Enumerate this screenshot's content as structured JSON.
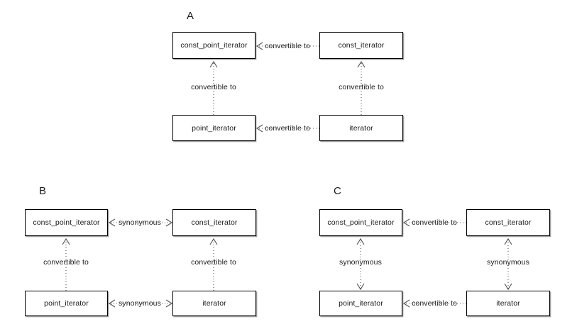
{
  "figure": {
    "background": "#ffffff",
    "box_border_color": "#000000",
    "box_shadow_color": "#9a9a9a",
    "edge_color": "#555555",
    "text_color": "#1a1a1a"
  },
  "labels": {
    "relation_convertible": "convertible to",
    "relation_synonymous": "synonymous"
  },
  "panels": [
    {
      "id": "A",
      "letter": "A",
      "nodes": {
        "top_left": "const_point_iterator",
        "top_right": "const_iterator",
        "bottom_left": "point_iterator",
        "bottom_right": "iterator"
      },
      "edges": [
        {
          "from": "top_right",
          "to": "top_left",
          "label": "convertible to",
          "direction": "left",
          "orientation": "horizontal"
        },
        {
          "from": "bottom_right",
          "to": "bottom_left",
          "label": "convertible to",
          "direction": "left",
          "orientation": "horizontal"
        },
        {
          "from": "bottom_left",
          "to": "top_left",
          "label": "convertible to",
          "direction": "up",
          "orientation": "vertical"
        },
        {
          "from": "bottom_right",
          "to": "top_right",
          "label": "convertible to",
          "direction": "up",
          "orientation": "vertical"
        }
      ]
    },
    {
      "id": "B",
      "letter": "B",
      "nodes": {
        "top_left": "const_point_iterator",
        "top_right": "const_iterator",
        "bottom_left": "point_iterator",
        "bottom_right": "iterator"
      },
      "edges": [
        {
          "from": "top_left",
          "to": "top_right",
          "label": "synonymous",
          "direction": "both",
          "orientation": "horizontal"
        },
        {
          "from": "bottom_left",
          "to": "bottom_right",
          "label": "synonymous",
          "direction": "both",
          "orientation": "horizontal"
        },
        {
          "from": "bottom_left",
          "to": "top_left",
          "label": "convertible to",
          "direction": "up",
          "orientation": "vertical"
        },
        {
          "from": "bottom_right",
          "to": "top_right",
          "label": "convertible to",
          "direction": "up",
          "orientation": "vertical"
        }
      ]
    },
    {
      "id": "C",
      "letter": "C",
      "nodes": {
        "top_left": "const_point_iterator",
        "top_right": "const_iterator",
        "bottom_left": "point_iterator",
        "bottom_right": "iterator"
      },
      "edges": [
        {
          "from": "top_right",
          "to": "top_left",
          "label": "convertible to",
          "direction": "left",
          "orientation": "horizontal"
        },
        {
          "from": "bottom_right",
          "to": "bottom_left",
          "label": "convertible to",
          "direction": "left",
          "orientation": "horizontal"
        },
        {
          "from": "top_left",
          "to": "bottom_left",
          "label": "synonymous",
          "direction": "both",
          "orientation": "vertical"
        },
        {
          "from": "top_right",
          "to": "bottom_right",
          "label": "synonymous",
          "direction": "both",
          "orientation": "vertical"
        }
      ]
    }
  ]
}
